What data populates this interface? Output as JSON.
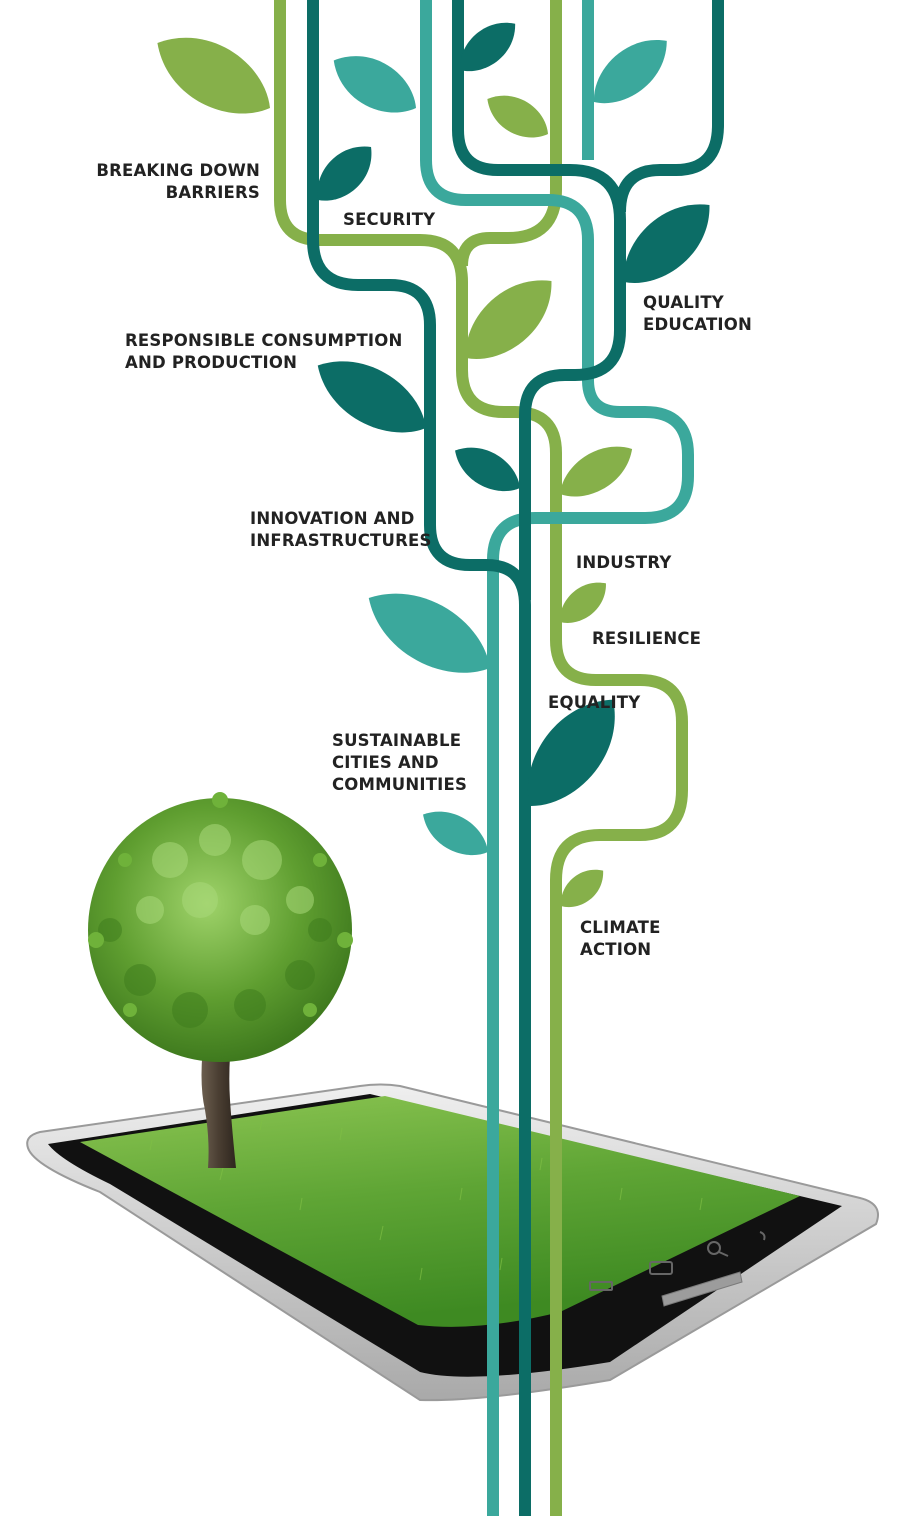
{
  "labels": {
    "breaking_down_barriers": [
      "BREAKING DOWN",
      "BARRIERS"
    ],
    "security": [
      "SECURITY"
    ],
    "quality_education": [
      "QUALITY",
      "EDUCATION"
    ],
    "responsible_consumption": [
      "RESPONSIBLE CONSUMPTION",
      "AND PRODUCTION"
    ],
    "innovation": [
      "INNOVATION AND",
      "INFRASTRUCTURES"
    ],
    "industry": [
      "INDUSTRY"
    ],
    "resilience": [
      "RESILIENCE"
    ],
    "equality": [
      "EQUALITY"
    ],
    "sustainable_cities": [
      "SUSTAINABLE",
      "CITIES AND",
      "COMMUNITIES"
    ],
    "climate_action": [
      "CLIMATE",
      "ACTION"
    ]
  },
  "colors": {
    "light_green": "#86b04a",
    "teal": "#3ba89c",
    "dark_teal": "#0c6d66",
    "text": "#222222",
    "grass": "#5fa535",
    "foliage": "#5f9e30",
    "trunk": "#4a3e32",
    "tablet_frame": "#c9c9c9",
    "tablet_bezel": "#111111"
  },
  "icons": [
    "tree-illustration",
    "tablet-illustration",
    "grass-screen",
    "leaf-icon",
    "vine-stem"
  ]
}
